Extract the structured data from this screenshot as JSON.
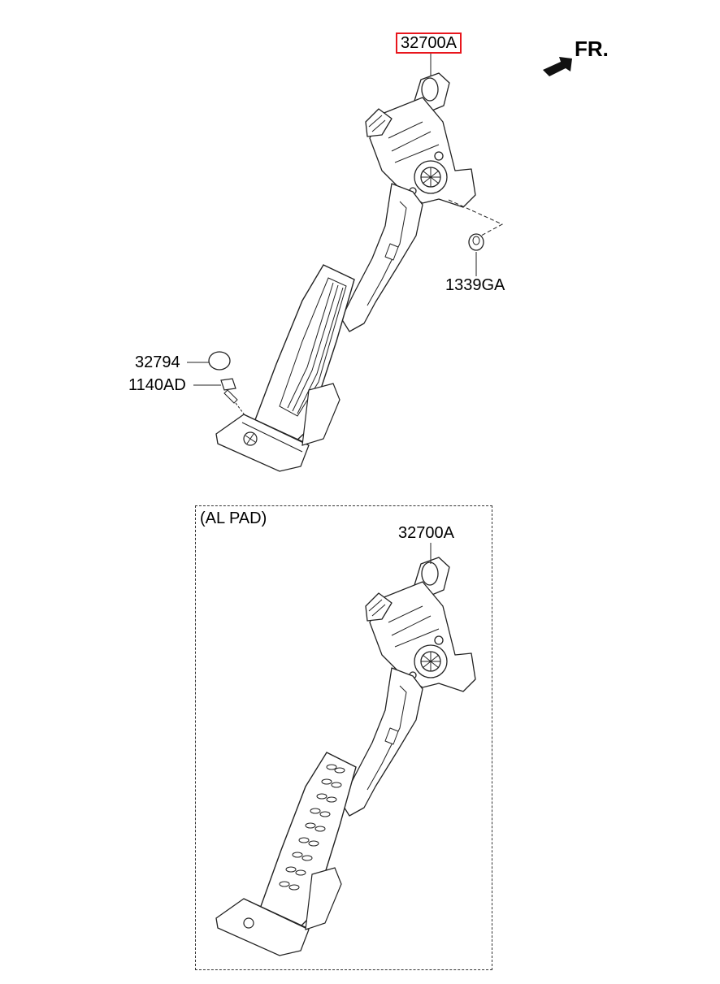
{
  "direction": {
    "label": "FR."
  },
  "main_assembly": {
    "part_number": "32700A",
    "highlight_color": "#e8161d"
  },
  "callouts": {
    "nut": "1339GA",
    "stopper": "32794",
    "bolt": "1140AD"
  },
  "inset": {
    "title": "(AL PAD)",
    "part_number": "32700A"
  }
}
